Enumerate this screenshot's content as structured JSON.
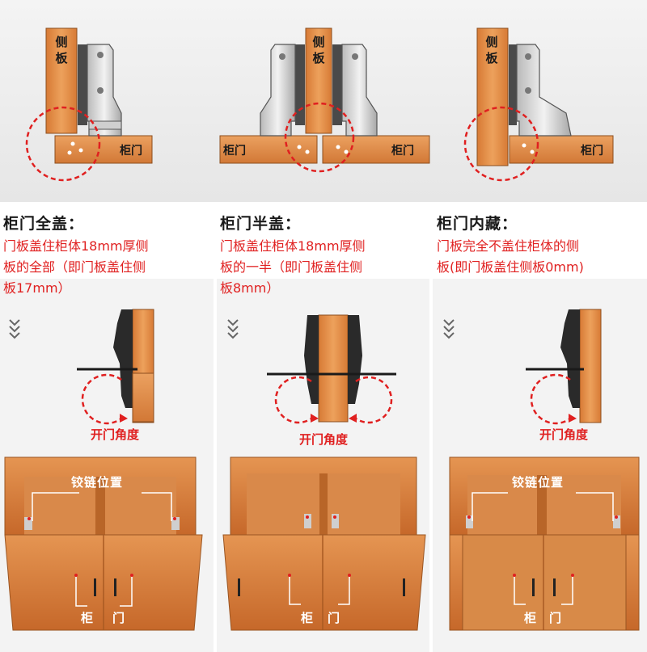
{
  "side_panel_label": [
    "侧",
    "板"
  ],
  "door_label": "柜门",
  "columns": [
    {
      "title": "柜门全盖：",
      "description": [
        "门板盖住柜体18mm厚侧",
        "板的全部（即门板盖住侧",
        "板17mm）"
      ],
      "angle_label": "开门角度",
      "hinge_position_label": "铰链位置",
      "door_label_split": [
        "柜",
        "门"
      ]
    },
    {
      "title": "柜门半盖：",
      "description": [
        "门板盖住柜体18mm厚侧",
        "板的一半（即门板盖住侧",
        "板8mm）"
      ],
      "angle_label": "开门角度",
      "hinge_position_label": "",
      "door_label_split": [
        "柜",
        "门"
      ]
    },
    {
      "title": "柜门内藏：",
      "description": [
        "门板完全不盖住柜体的侧",
        "板(即门板盖住侧板0mm)"
      ],
      "angle_label": "开门角度",
      "hinge_position_label": "铰链位置",
      "door_label_split": [
        "柜",
        "门"
      ]
    }
  ],
  "colors": {
    "wood_light": "#e79a55",
    "wood_dark": "#c86a2a",
    "wood_mid": "#d9843f",
    "red": "#e02020",
    "gray_bg": "#eeeeee"
  }
}
